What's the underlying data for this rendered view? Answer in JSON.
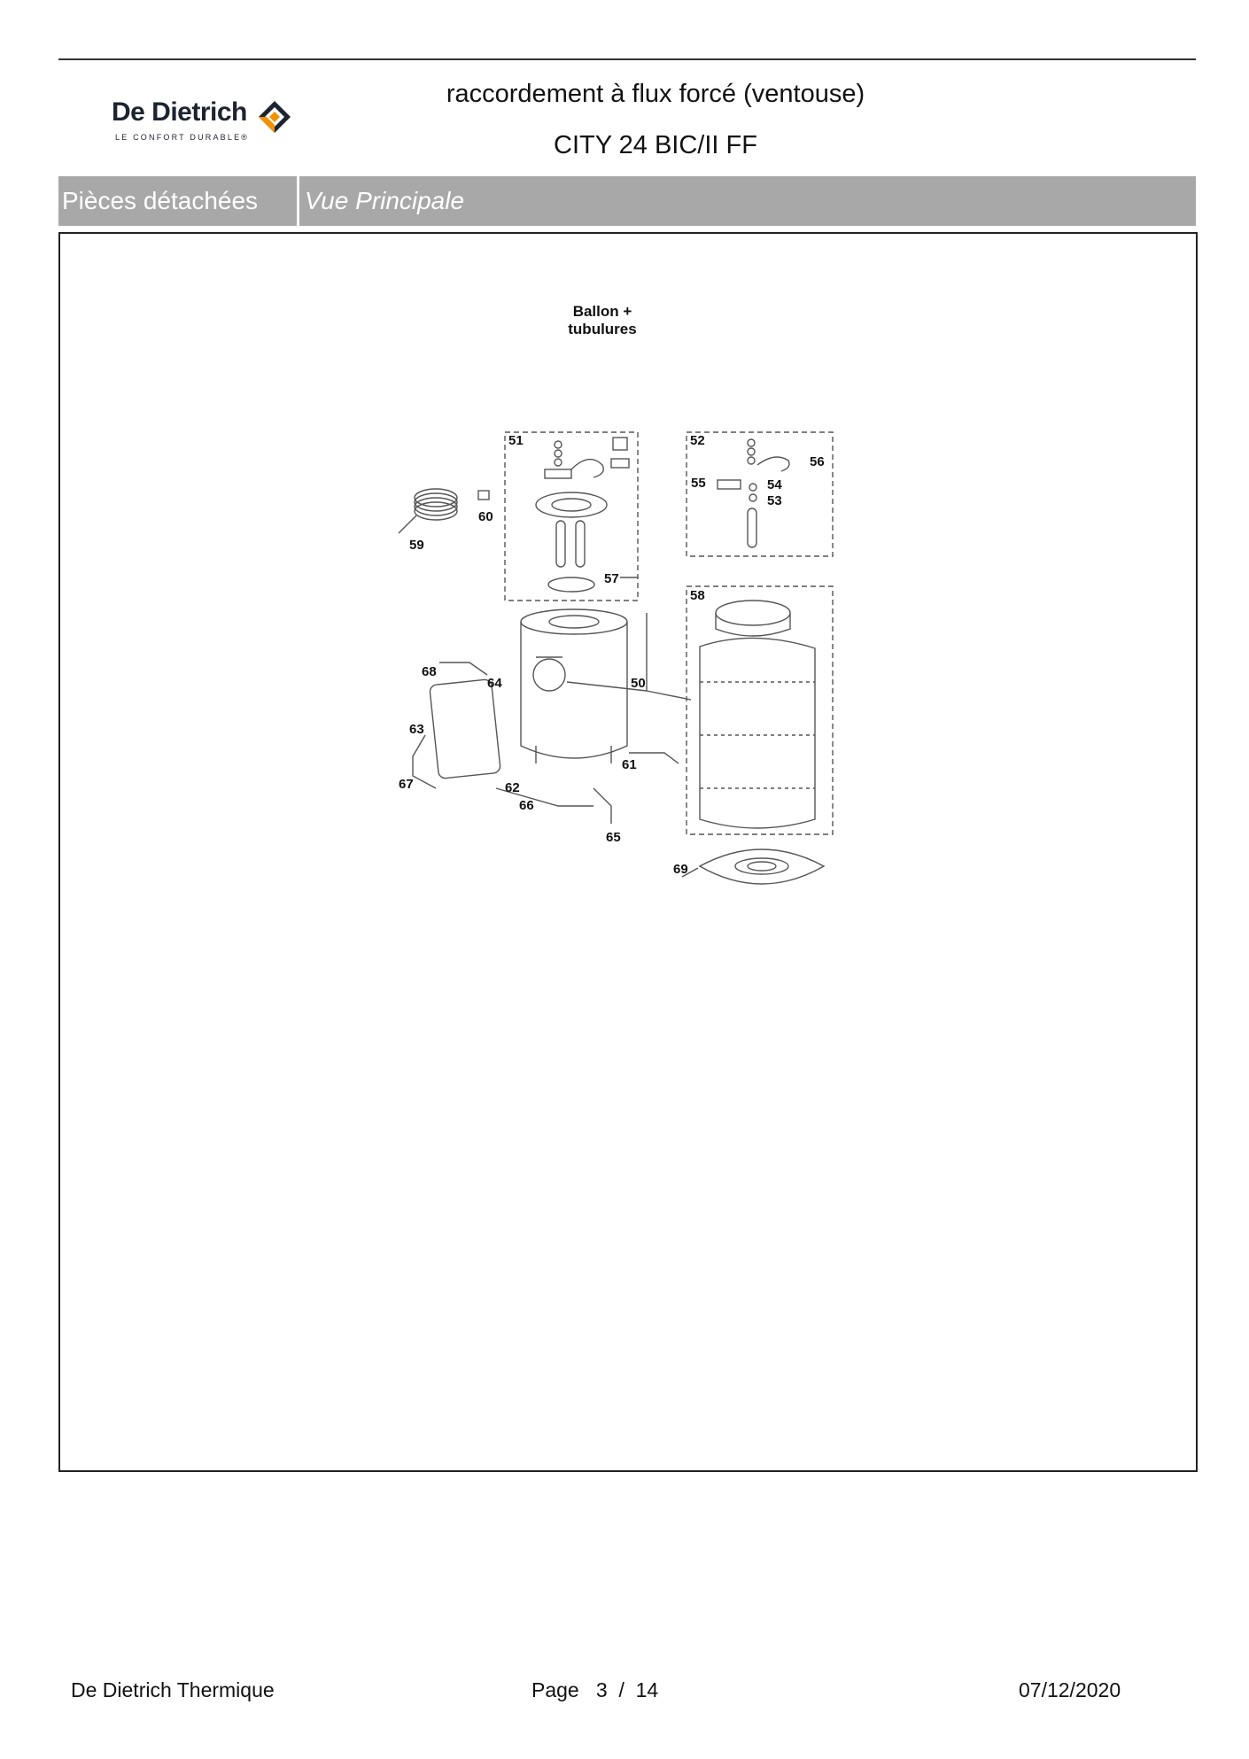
{
  "header": {
    "brand_name": "De Dietrich",
    "brand_tagline": "LE CONFORT DURABLE®",
    "title_line1": "raccordement à flux forcé (ventouse)",
    "title_line2": "CITY 24 BIC/II FF"
  },
  "bar": {
    "section": "Pièces détachées",
    "view": "Vue Principale"
  },
  "figure": {
    "title": "Ballon + tubulures",
    "callouts": [
      "51",
      "52",
      "56",
      "55",
      "54",
      "53",
      "60",
      "59",
      "57",
      "58",
      "50",
      "68",
      "64",
      "63",
      "61",
      "62",
      "67",
      "66",
      "65",
      "69"
    ]
  },
  "footer": {
    "company": "De Dietrich Thermique",
    "page_label": "Page",
    "page_current": "3",
    "page_sep": "/",
    "page_total": "14",
    "date": "07/12/2020"
  },
  "colors": {
    "bar": "#a8a8a8",
    "logo_orange": "#f39200",
    "logo_blue": "#1c2430"
  }
}
